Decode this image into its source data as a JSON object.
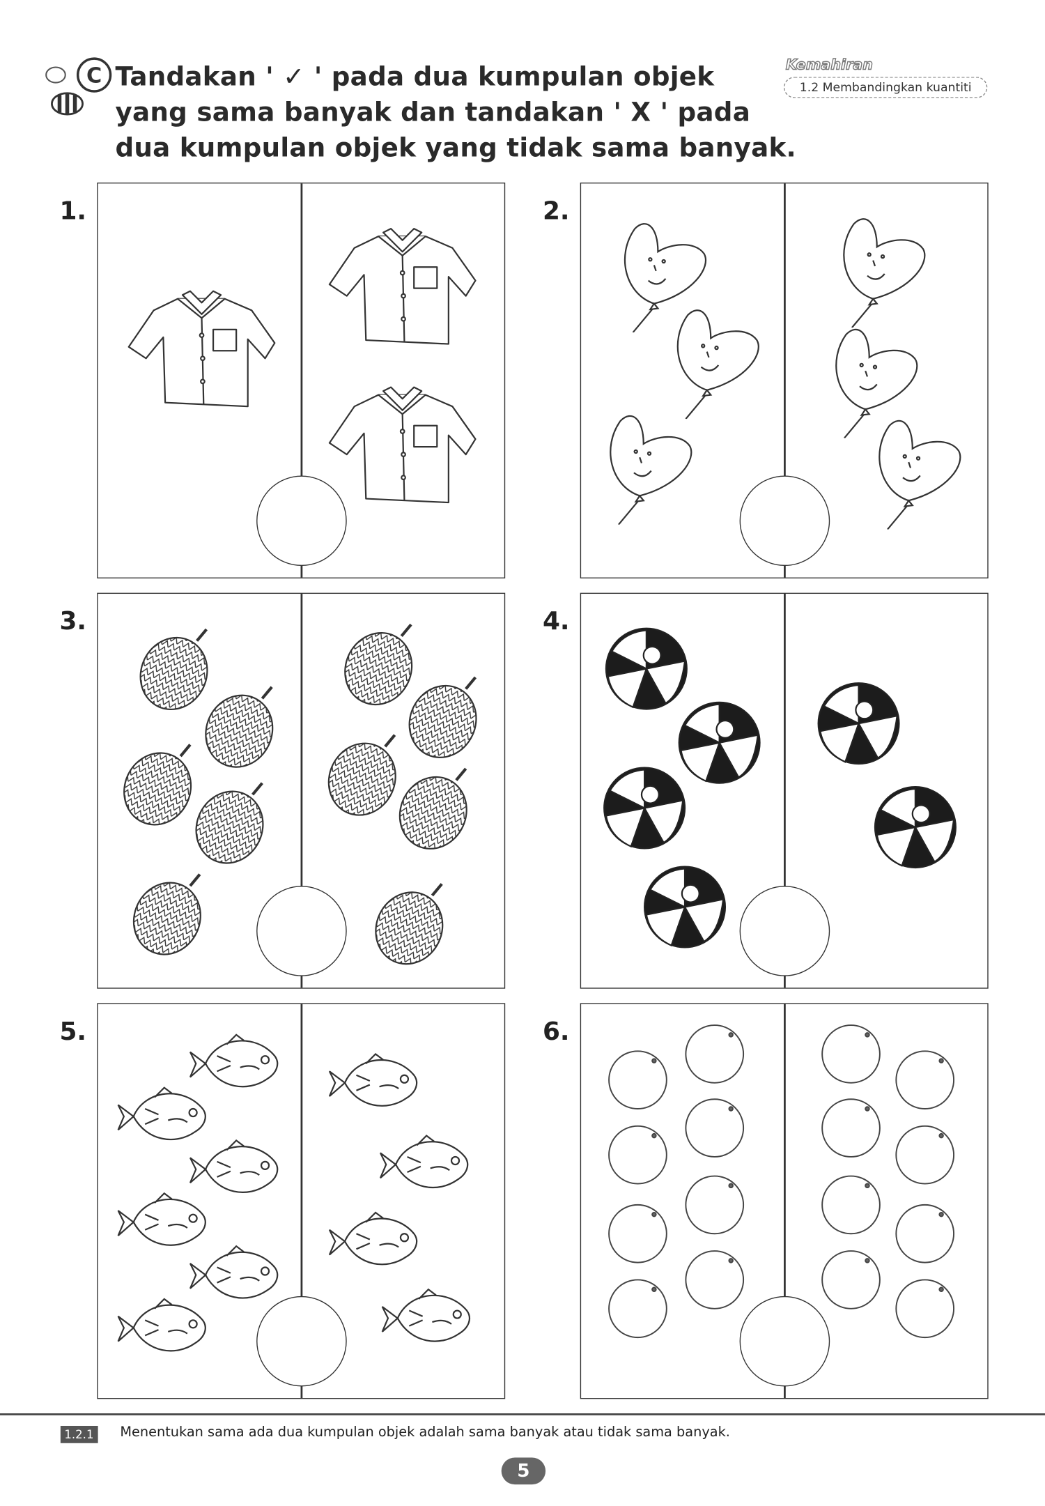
{
  "section_letter": "C",
  "instruction_lines": [
    "Tandakan ' ✓ ' pada dua kumpulan objek",
    "yang sama banyak dan tandakan ' X ' pada",
    "dua kumpulan objek yang tidak sama banyak."
  ],
  "badge": {
    "script": "Kemahiran",
    "label": "1.2 Membandingkan kuantiti"
  },
  "questions": [
    {
      "number": "1.",
      "object": "shirt",
      "left_count": 1,
      "right_count": 2
    },
    {
      "number": "2.",
      "object": "balloon",
      "left_count": 3,
      "right_count": 3
    },
    {
      "number": "3.",
      "object": "durian",
      "left_count": 5,
      "right_count": 5
    },
    {
      "number": "4.",
      "object": "beach-ball",
      "left_count": 4,
      "right_count": 2
    },
    {
      "number": "5.",
      "object": "fish",
      "left_count": 6,
      "right_count": 4
    },
    {
      "number": "6.",
      "object": "orange",
      "left_count": 8,
      "right_count": 8
    }
  ],
  "footer": {
    "tag": "1.2.1",
    "text": "Menentukan sama ada dua kumpulan objek adalah sama banyak atau tidak sama banyak.",
    "page_number": "5"
  }
}
